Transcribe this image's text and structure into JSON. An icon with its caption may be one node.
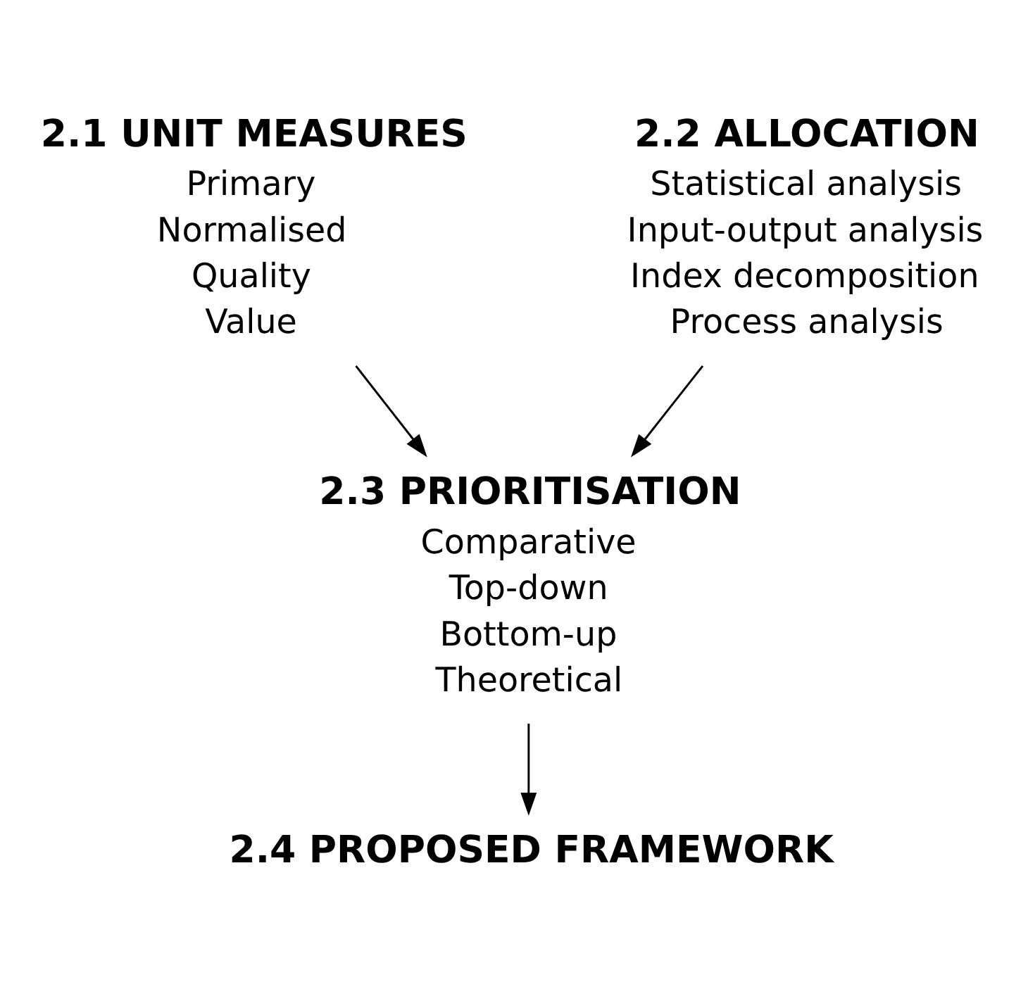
{
  "diagram": {
    "nodes": [
      {
        "text": [
          "2.1 UNIT MEASURES",
          "Primary",
          "Normalised",
          "Quality",
          "Value"
        ]
      },
      {
        "text": [
          "2.2 ALLOCATION",
          "Statistical analysis",
          "Input-output analysis",
          "Index decomposition",
          "Process analysis"
        ]
      },
      {
        "text": [
          "2.3 PRIORITISATION",
          "Comparative",
          "Top-down",
          "Bottom-up",
          "Theoretical"
        ]
      },
      {
        "text": [
          "2.4 PROPOSED FRAMEWORK"
        ]
      }
    ],
    "edges": [
      {
        "from": 0,
        "to": 2,
        "arrow": "to"
      },
      {
        "from": 1,
        "to": 2,
        "arrow": "to"
      },
      {
        "from": 2,
        "to": 3,
        "arrow": "to"
      }
    ]
  }
}
